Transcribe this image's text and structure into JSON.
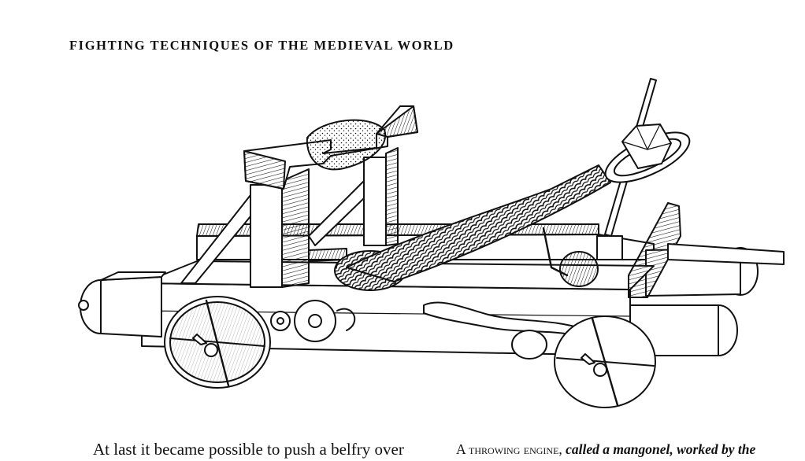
{
  "page": {
    "running_head": "FIGHTING TECHNIQUES OF THE MEDIEVAL WORLD"
  },
  "body_text": {
    "line": "At last it became possible to push a belfry over"
  },
  "caption": {
    "lead": "A throwing engine,",
    "rest": "called a mangonel, worked by the"
  },
  "figure": {
    "subject": "mangonel",
    "style": "black-and-white line drawing"
  }
}
